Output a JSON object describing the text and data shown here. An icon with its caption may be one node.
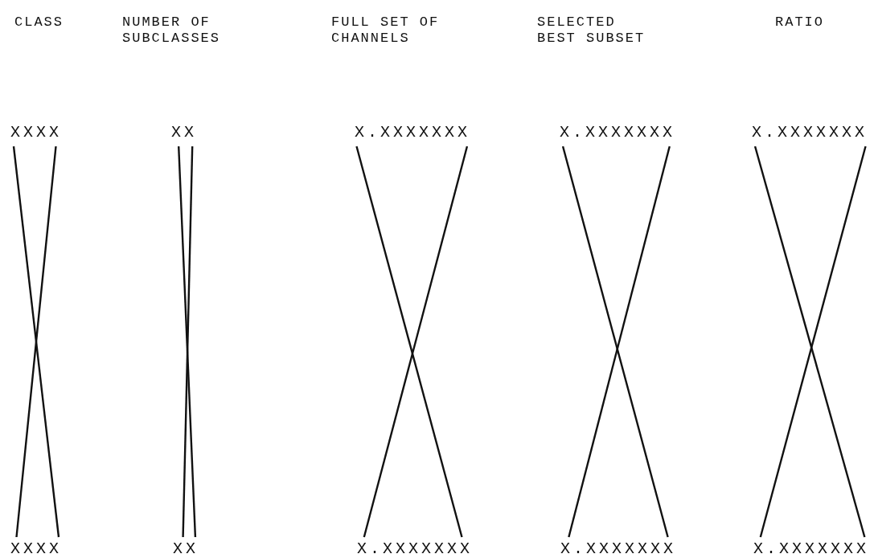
{
  "diagram": {
    "nodes": [
      {
        "text": [
          "XXXX"
        ]
      },
      {
        "text": [
          "XX"
        ]
      },
      {
        "text": [
          "X.XXXXXXX"
        ]
      },
      {
        "text": [
          "X.XXXXXXX"
        ]
      },
      {
        "text": [
          "X.XXXXXXX"
        ]
      },
      {
        "text": [
          "XXXX"
        ]
      },
      {
        "text": [
          "XX"
        ]
      },
      {
        "text": [
          "X.XXXXXXX"
        ]
      },
      {
        "text": [
          "X.XXXXXXX"
        ]
      },
      {
        "text": [
          "X.XXXXXXX"
        ]
      }
    ],
    "edges": [
      {
        "from": 0,
        "to": 5,
        "arrow": "none"
      },
      {
        "from": 0,
        "to": 5,
        "arrow": "none"
      },
      {
        "from": 1,
        "to": 6,
        "arrow": "none"
      },
      {
        "from": 1,
        "to": 6,
        "arrow": "none"
      },
      {
        "from": 2,
        "to": 7,
        "arrow": "none"
      },
      {
        "from": 2,
        "to": 7,
        "arrow": "none"
      },
      {
        "from": 3,
        "to": 8,
        "arrow": "none"
      },
      {
        "from": 3,
        "to": 8,
        "arrow": "none"
      },
      {
        "from": 4,
        "to": 9,
        "arrow": "none"
      },
      {
        "from": 4,
        "to": 9,
        "arrow": "none"
      }
    ],
    "labels": [
      "CLASS",
      "NUMBER OF SUBCLASSES",
      "FULL SET OF CHANNELS",
      "SELECTED BEST SUBSET",
      "RATIO"
    ]
  }
}
